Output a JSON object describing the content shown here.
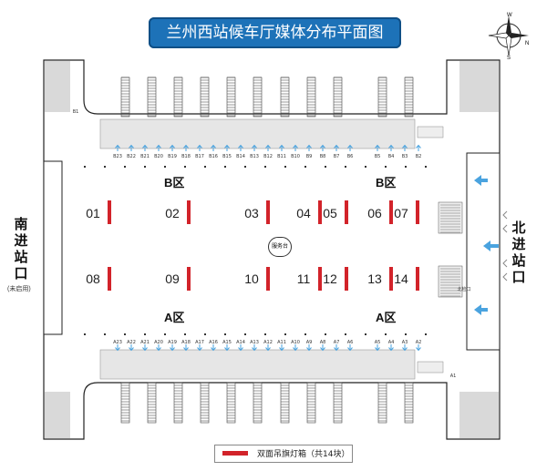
{
  "title": "兰州西站候车厅媒体分布平面图",
  "compass": {
    "w": "W",
    "s": "S",
    "n": "N"
  },
  "entrances": {
    "south": {
      "label": "南进站口",
      "note": "(未启用)"
    },
    "north": {
      "label": "北进站口"
    }
  },
  "zones": {
    "b_left": "B区",
    "b_right": "B区",
    "a_left": "A区",
    "a_right": "A区"
  },
  "service_desk": "服务台",
  "signs": {
    "top_row": [
      {
        "num": "01"
      },
      {
        "num": "02"
      },
      {
        "num": "03"
      },
      {
        "num": "04"
      },
      {
        "num": "05"
      },
      {
        "num": "06"
      },
      {
        "num": "07"
      }
    ],
    "bottom_row": [
      {
        "num": "08"
      },
      {
        "num": "09"
      },
      {
        "num": "10"
      },
      {
        "num": "11"
      },
      {
        "num": "12"
      },
      {
        "num": "13"
      },
      {
        "num": "14"
      }
    ]
  },
  "gates_b": [
    "B23",
    "B22",
    "B21",
    "B20",
    "B19",
    "B18",
    "B17",
    "B16",
    "B15",
    "B14",
    "B13",
    "B12",
    "B11",
    "B10",
    "B9",
    "B8",
    "B7",
    "B6",
    "B5",
    "B4",
    "B3",
    "B2"
  ],
  "gates_a": [
    "A23",
    "A22",
    "A21",
    "A20",
    "A19",
    "A18",
    "A17",
    "A16",
    "A15",
    "A14",
    "A13",
    "A12",
    "A11",
    "A10",
    "A9",
    "A8",
    "A7",
    "A6",
    "A5",
    "A4",
    "A3",
    "A2"
  ],
  "gate_b1": "B1",
  "gate_a1": "A1",
  "gate_north_side": "北检口",
  "legend": {
    "label": "双面吊旗灯箱（共14块）",
    "color": "#d2232a"
  },
  "colors": {
    "wall": "#222222",
    "corner": "#d9d9d9",
    "platform": "#e6e6e6",
    "arrow": "#4aa3df",
    "sign": "#d2232a"
  }
}
